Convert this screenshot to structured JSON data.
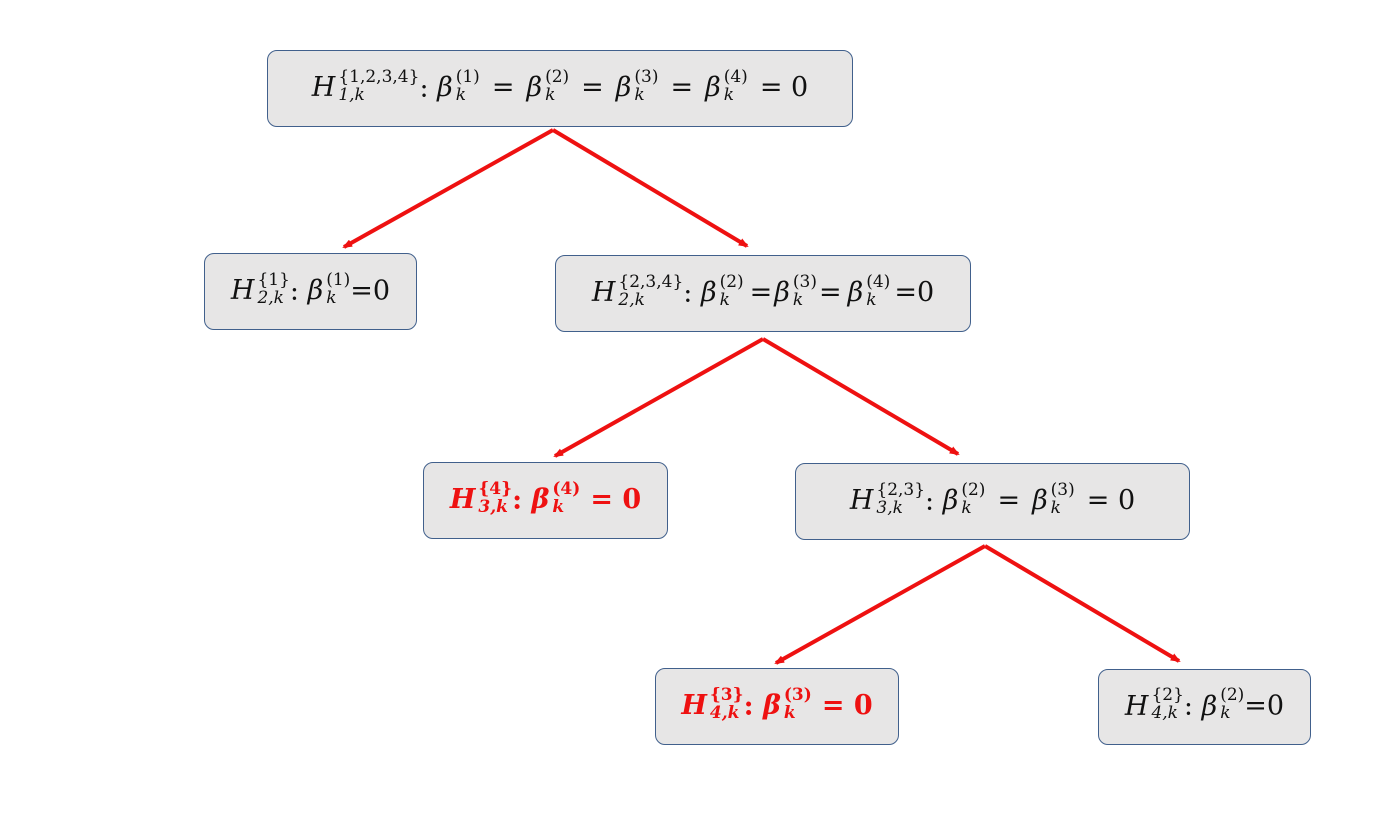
{
  "nodes": {
    "h1": {
      "symbol": "H",
      "sup": "{1,2,3,4}",
      "sub": "1,k",
      "terms": [
        {
          "sym": "β",
          "sup": "(1)",
          "sub": "k",
          "op": "="
        },
        {
          "sym": "β",
          "sup": "(2)",
          "sub": "k",
          "op": "="
        },
        {
          "sym": "β",
          "sup": "(3)",
          "sub": "k",
          "op": "="
        },
        {
          "sym": "β",
          "sup": "(4)",
          "sub": "k",
          "op": "= 0"
        }
      ]
    },
    "h2a": {
      "symbol": "H",
      "sup": "{1}",
      "sub": "2,k",
      "terms": [
        {
          "sym": "β",
          "sup": "(1)",
          "sub": "k",
          "op": "=0"
        }
      ]
    },
    "h2b": {
      "symbol": "H",
      "sup": "{2,3,4}",
      "sub": "2,k",
      "terms": [
        {
          "sym": "β",
          "sup": "(2)",
          "sub": "k",
          "op": "="
        },
        {
          "sym": "β",
          "sup": "(3)",
          "sub": "k",
          "op": "="
        },
        {
          "sym": "β",
          "sup": "(4)",
          "sub": "k",
          "op": "=0"
        }
      ]
    },
    "h3a": {
      "symbol": "H",
      "sup": "{4}",
      "sub": "3,k",
      "terms": [
        {
          "sym": "β",
          "sup": "(4)",
          "sub": "k",
          "op": "= 0"
        }
      ]
    },
    "h3b": {
      "symbol": "H",
      "sup": "{2,3}",
      "sub": "3,k",
      "terms": [
        {
          "sym": "β",
          "sup": "(2)",
          "sub": "k",
          "op": "="
        },
        {
          "sym": "β",
          "sup": "(3)",
          "sub": "k",
          "op": "= 0"
        }
      ]
    },
    "h4a": {
      "symbol": "H",
      "sup": "{3}",
      "sub": "4,k",
      "terms": [
        {
          "sym": "β",
          "sup": "(3)",
          "sub": "k",
          "op": "= 0"
        }
      ]
    },
    "h4b": {
      "symbol": "H",
      "sup": "{2}",
      "sub": "4,k",
      "terms": [
        {
          "sym": "β",
          "sup": "(2)",
          "sub": "k",
          "op": "=0"
        }
      ]
    }
  },
  "colors": {
    "arrow": "#ee1111",
    "highlight_text": "#ee1111",
    "box_fill": "#e7e6e6",
    "box_border": "#41608c"
  }
}
